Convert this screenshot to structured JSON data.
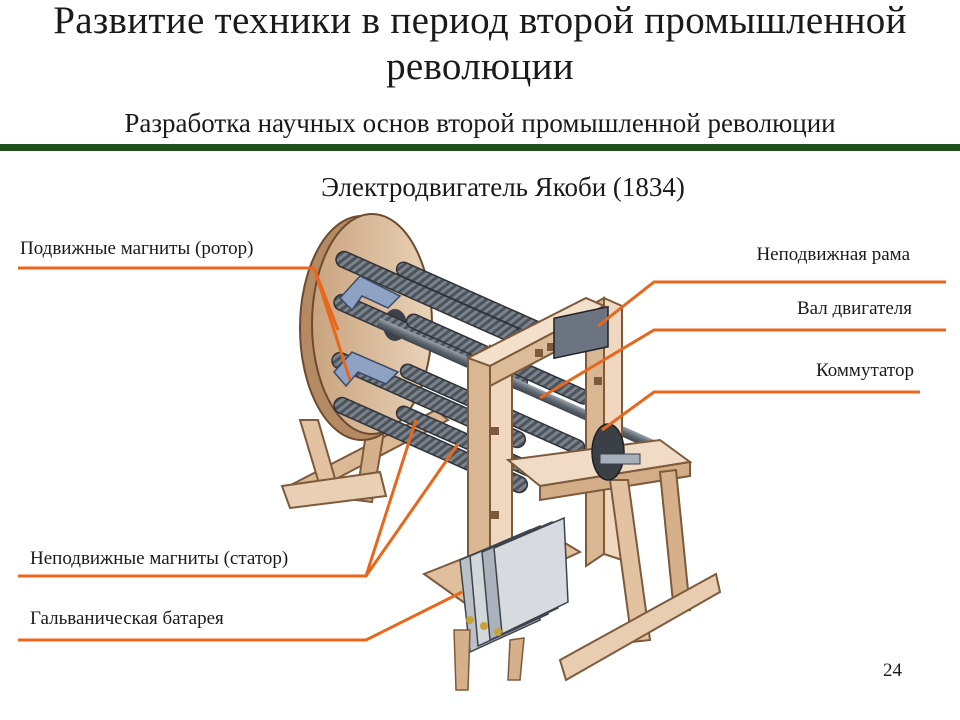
{
  "slide": {
    "title": "Развитие техники в период  второй промышленной революции",
    "subtitle": "Разработка научных основ второй промышленной революции",
    "caption": "Электродвигатель Якоби (1834)",
    "page_number": "24"
  },
  "labels": {
    "rotor": "Подвижные магниты (ротор)",
    "frame": "Неподвижная рама",
    "shaft": "Вал двигателя",
    "commutator": "Коммутатор",
    "stator": "Неподвижные магниты (статор)",
    "battery": "Гальваническая батарея"
  },
  "colors": {
    "divider": "#1f4f1b",
    "leader_lines": "#e8671c",
    "wood": "#e4c4a4",
    "wood_dark": "#b88a62",
    "metal": "#8b98a8",
    "coil": "#6b7280"
  }
}
